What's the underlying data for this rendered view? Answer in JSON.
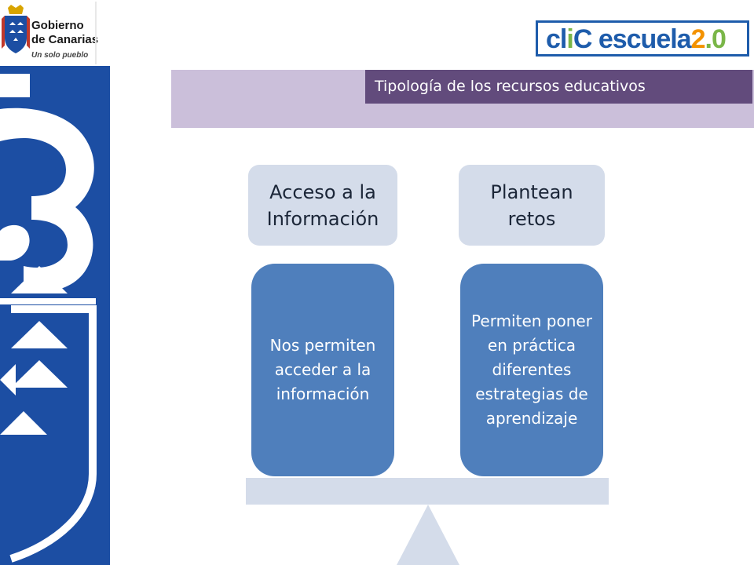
{
  "header": {
    "gov_logo": {
      "line1": "Gobierno",
      "line2": "de Canarias",
      "motto": "Un solo pueblo"
    },
    "program_logo": {
      "part_cl": "cl",
      "part_i": "i",
      "part_c": "C",
      "part_escuela": " escuela",
      "part_2": "2",
      "part_dot0": ".0"
    }
  },
  "banner": {
    "title": "Tipología de los recursos educativos"
  },
  "diagram": {
    "left": {
      "heading": "Acceso a la Información",
      "body": "Nos permiten acceder a la información"
    },
    "right": {
      "heading": "Plantean retos",
      "body": "Permiten poner en práctica diferentes estrategias de aprendizaje"
    }
  },
  "colors": {
    "left_band": "#1c4ea3",
    "banner": "#cbbfda",
    "banner_title_bg": "#624b7c",
    "head_box": "#d4dcea",
    "body_box": "#4f7fbc",
    "beam": "#d4dcea"
  }
}
